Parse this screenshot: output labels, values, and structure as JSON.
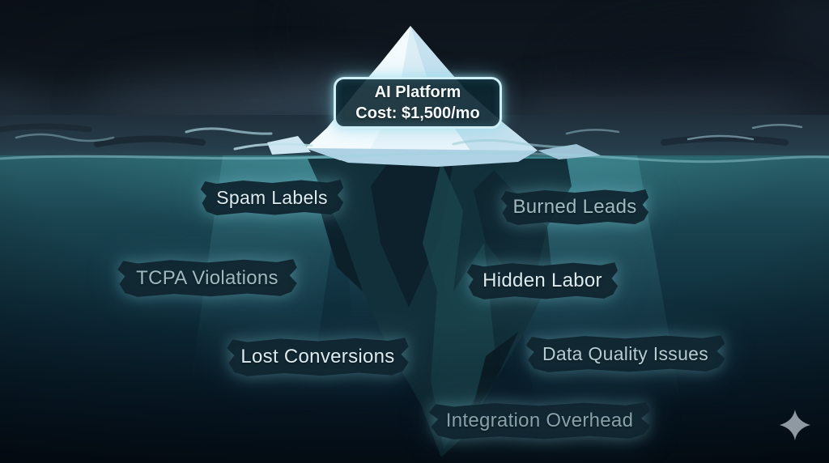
{
  "headline": {
    "line1": "AI Platform",
    "line2": "Cost: $1,500/mo"
  },
  "hidden_costs": [
    {
      "label": "Spam Labels",
      "emphasis": "bright"
    },
    {
      "label": "Burned Leads",
      "emphasis": "dim"
    },
    {
      "label": "TCPA Violations",
      "emphasis": "dim"
    },
    {
      "label": "Hidden Labor",
      "emphasis": "bright"
    },
    {
      "label": "Lost Conversions",
      "emphasis": "bright"
    },
    {
      "label": "Data Quality Issues",
      "emphasis": "medium"
    },
    {
      "label": "Integration Overhead",
      "emphasis": "dimmest"
    }
  ],
  "icons": {
    "sparkle": "four-pointed-sparkle"
  },
  "colors": {
    "accent_glow": "#cfeef6",
    "card_background": "#0c2731",
    "badge_background": "#102530",
    "badge_text_bright": "#dcebef",
    "badge_text_dim": "#9fbac1",
    "water_surface_teal": "#2a616a",
    "deep_water": "#050f19",
    "ice_white": "#edf6fb",
    "submerged_berg": "#12303a",
    "sparkle_gray": "#9aa5ae"
  }
}
